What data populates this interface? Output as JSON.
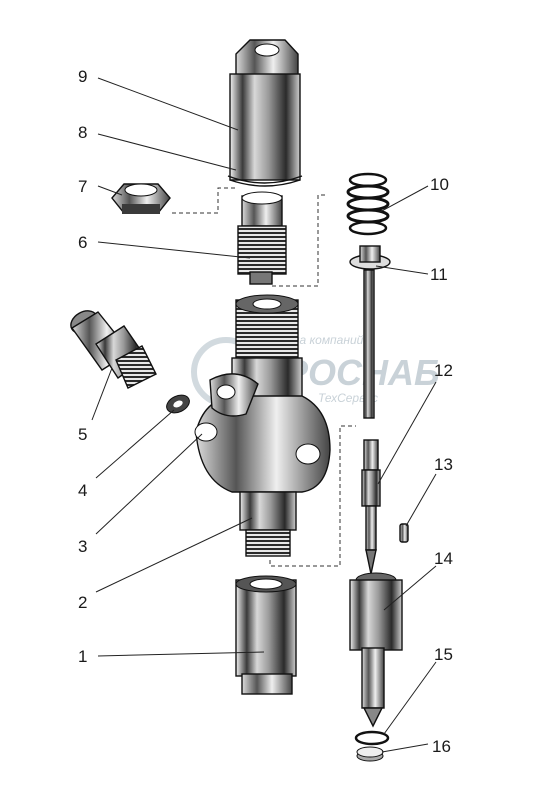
{
  "callouts": [
    {
      "id": "1",
      "text": "1"
    },
    {
      "id": "2",
      "text": "2"
    },
    {
      "id": "3",
      "text": "3"
    },
    {
      "id": "4",
      "text": "4"
    },
    {
      "id": "5",
      "text": "5"
    },
    {
      "id": "6",
      "text": "6"
    },
    {
      "id": "7",
      "text": "7"
    },
    {
      "id": "8",
      "text": "8"
    },
    {
      "id": "9",
      "text": "9"
    },
    {
      "id": "10",
      "text": "10"
    },
    {
      "id": "11",
      "text": "11"
    },
    {
      "id": "12",
      "text": "12"
    },
    {
      "id": "13",
      "text": "13"
    },
    {
      "id": "14",
      "text": "14"
    },
    {
      "id": "15",
      "text": "15"
    },
    {
      "id": "16",
      "text": "16"
    }
  ],
  "watermark": {
    "line1": "Группа компаний",
    "line2": "ТРОСНАБ",
    "line3": "ТехСервис"
  },
  "colors": {
    "ink": "#111111",
    "watermark": "#c9d2d8"
  }
}
